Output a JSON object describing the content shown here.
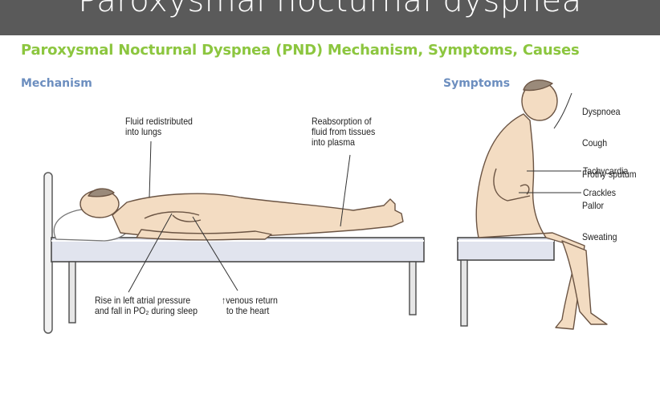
{
  "slide": {
    "title": "Paroxysmal nocturnal dyspnea",
    "figure_title": "Paroxysmal Nocturnal Dyspnea (PND) Mechanism, Symptoms, Causes"
  },
  "mechanism": {
    "label": "Mechanism",
    "annotations": {
      "fluid_redistributed": "Fluid redistributed\ninto lungs",
      "reabsorption": "Reabsorption of\nfluid from tissues\ninto plasma",
      "rise_left_atrial": "Rise in left atrial pressure\nand fall in PO₂ during sleep",
      "venous_return": "↑venous return\n  to the heart"
    }
  },
  "symptoms": {
    "label": "Symptoms",
    "list": [
      "Dyspnoea",
      "Cough",
      "Frothy sputum",
      "Pallor",
      "Sweating"
    ],
    "tachycardia": "Tachycardia",
    "crackles": "Crackles"
  },
  "colors": {
    "figure_title": "#8cc63f",
    "section_label": "#6c8ebf",
    "top_bar": "#5a5a5a",
    "skin": "#f3dcc2",
    "outline": "#6b5443",
    "mattress": "#e1e4ee"
  }
}
